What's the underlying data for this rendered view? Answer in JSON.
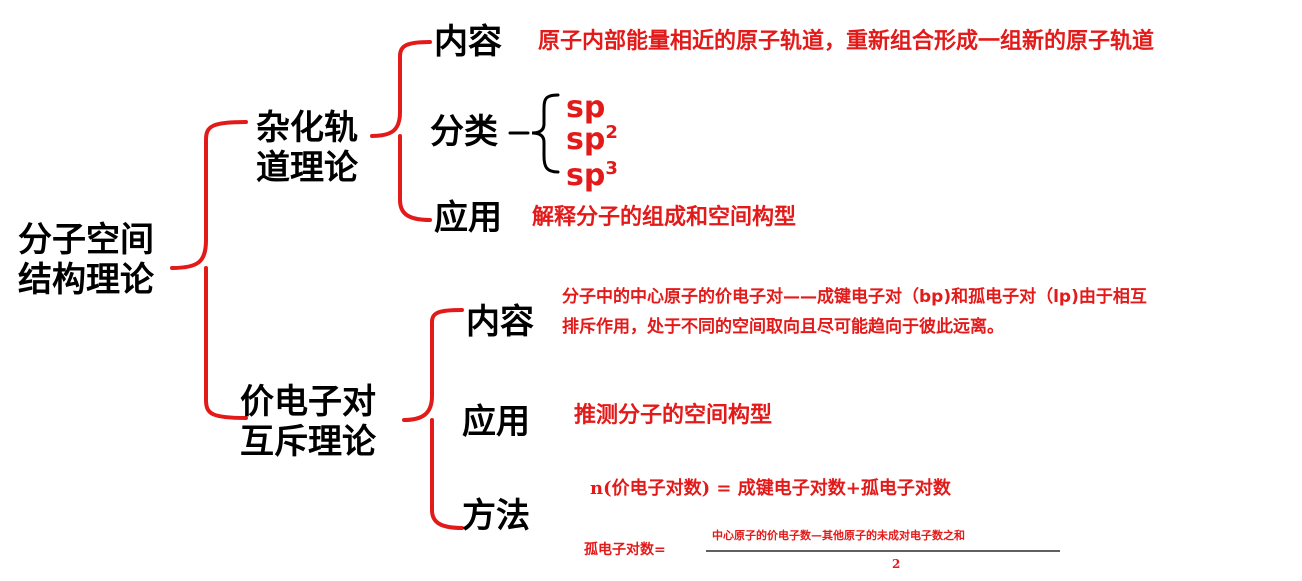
{
  "root": {
    "line1": "分子空间",
    "line2": "结构理论"
  },
  "hybrid": {
    "line1": "杂化轨",
    "line2": "道理论",
    "content_label": "内容",
    "content_text": "原子内部能量相近的原子轨道，重新组合形成一组新的原子轨道",
    "class_label": "分类",
    "class_items": [
      {
        "base": "sp",
        "sup": ""
      },
      {
        "base": "sp",
        "sup": "2"
      },
      {
        "base": "sp",
        "sup": "3"
      }
    ],
    "app_label": "应用",
    "app_text": "解释分子的组成和空间构型"
  },
  "vsepr": {
    "line1": "价电子对",
    "line2": "互斥理论",
    "content_label": "内容",
    "content_line1": "分子中的中心原子的价电子对——成键电子对（bp)和孤电子对（lp)由于相互",
    "content_line2": "排斥作用，处于不同的空间取向且尽可能趋向于彼此远离。",
    "app_label": "应用",
    "app_text": "推测分子的空间构型",
    "method_label": "方法",
    "formula1": "n(价电子对数) = 成键电子对数+孤电子对数",
    "formula2_lhs": "孤电子对数=",
    "formula2_num": "中心原子的价电子数—其他原子的未成对电子数之和",
    "formula2_den": "2"
  },
  "colors": {
    "bracket": "#e31a1a",
    "accent": "#e31a1a",
    "text": "#000000"
  }
}
